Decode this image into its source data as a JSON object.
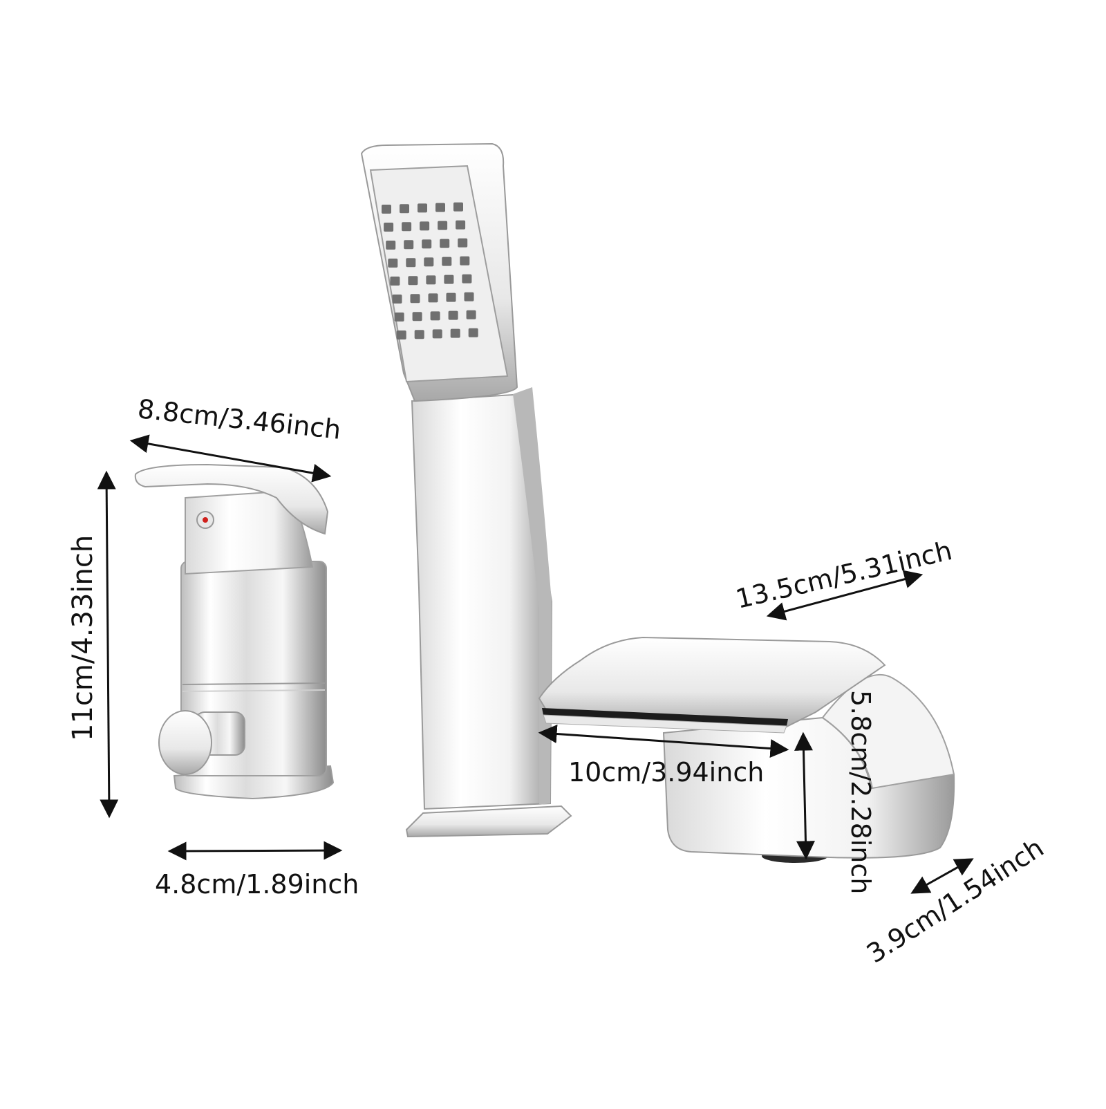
{
  "dimensions": {
    "mixer_width": "8.8cm/3.46inch",
    "mixer_height": "11cm/4.33inch",
    "mixer_base": "4.8cm/1.89inch",
    "spout_length": "13.5cm/5.31inch",
    "spout_outlet": "10cm/3.94inch",
    "spout_height": "5.8cm/2.28inch",
    "spout_depth": "3.9cm/1.54inch"
  },
  "colors": {
    "chrome_light": "#fafafa",
    "chrome_mid": "#d8d8d8",
    "chrome_dark": "#8e8e8e",
    "nozzle": "#6f6f6f",
    "hot_indicator": "#d0201c",
    "annotation": "#111111"
  }
}
